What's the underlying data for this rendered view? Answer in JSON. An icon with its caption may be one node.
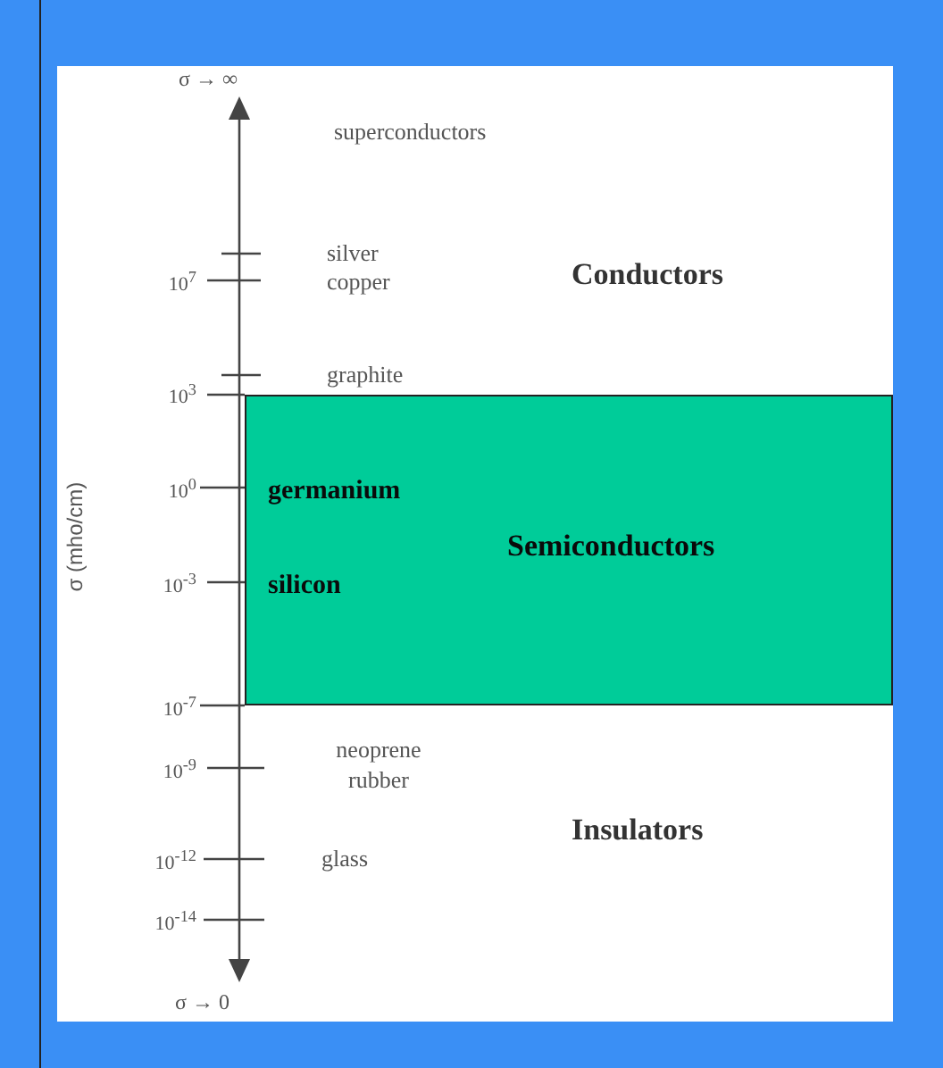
{
  "diagram": {
    "nodes": [
      {
        "text": [
          "germanium",
          "silicon",
          "Semiconductors"
        ]
      }
    ],
    "edges": [],
    "labels": [
      "σ → ∞",
      "superconductors",
      "silver",
      "10$^{7}$",
      "copper",
      "Conductors",
      "graphite",
      "10$^{3}$",
      "σ (mho/cm)",
      "10$^{0}$",
      "10$^{-3}$",
      "10$^{-7}$",
      "neoprene rubber",
      "10$^{-9}$",
      "Insulators",
      "10$^{-12}$",
      "glass",
      "10$^{-14}$",
      "σ → 0"
    ]
  }
}
